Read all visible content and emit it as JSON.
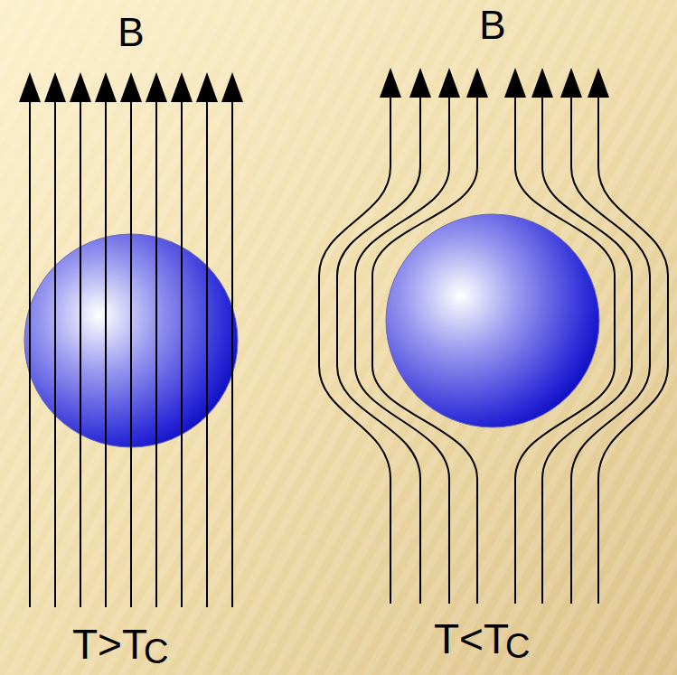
{
  "diagram": {
    "labels": [
      "B",
      "B",
      "T>T",
      "C",
      "T<T",
      "C"
    ]
  }
}
